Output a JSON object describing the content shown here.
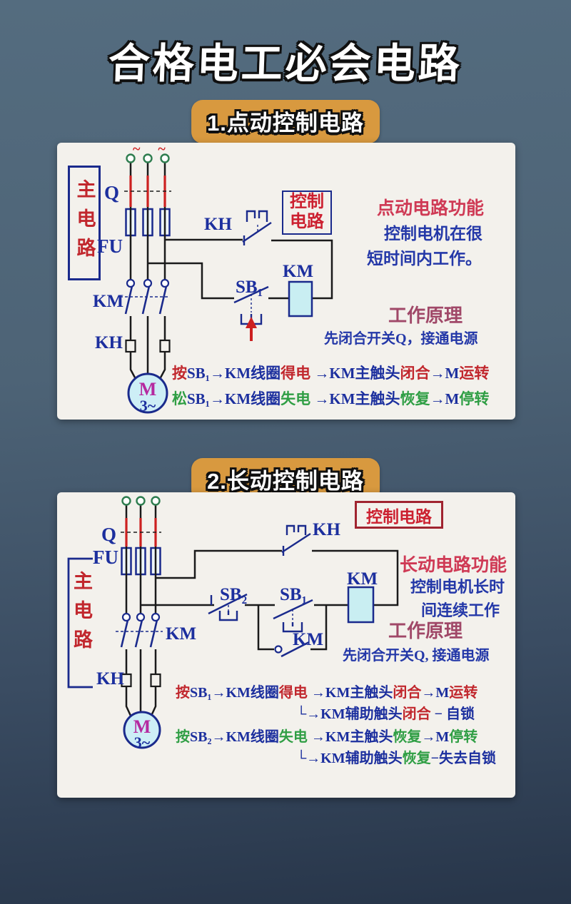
{
  "title": "合格电工必会电路",
  "colors": {
    "background_top": "#546c7f",
    "background_bottom": "#273549",
    "badge_orange": "#d8993f",
    "circuit_red": "#c1272d",
    "circuit_blue": "#1c2f9e",
    "circuit_green": "#2f9e44",
    "coil_fill": "#c9eef2"
  },
  "section1": {
    "badge": "1.点动控制电路",
    "diagram": {
      "phase_marks": "~ ~",
      "main_circuit_label": "主电路",
      "control_circuit_label": "控制电路",
      "q_label": "Q",
      "fu_label": "FU",
      "km_contacts_label": "KM",
      "kh_overload_label": "KH",
      "kh_control_label": "KH",
      "sb1_label": "SB₁",
      "km_coil_label": "KM",
      "motor_letter": "M",
      "motor_phase": "3~"
    },
    "function_title": "点动电路功能",
    "function_line1": "控制电机在很",
    "function_line2": "短时间内工作。",
    "principle_title": "工作原理",
    "principle_line": "先闭合开关Q，接通电源",
    "flow1": [
      {
        "t": "按",
        "c": "red"
      },
      {
        "t": "SB₁→KM线圈",
        "c": "blue"
      },
      {
        "t": "得电",
        "c": "red"
      },
      {
        "t": " →KM主触头",
        "c": "blue"
      },
      {
        "t": "闭合",
        "c": "red"
      },
      {
        "t": "→M",
        "c": "blue"
      },
      {
        "t": "运转",
        "c": "red"
      }
    ],
    "flow2": [
      {
        "t": "松",
        "c": "green"
      },
      {
        "t": "SB₁→KM线圈",
        "c": "blue"
      },
      {
        "t": "失电",
        "c": "green"
      },
      {
        "t": " →KM主触头",
        "c": "blue"
      },
      {
        "t": "恢复",
        "c": "green"
      },
      {
        "t": "→M",
        "c": "blue"
      },
      {
        "t": "停转",
        "c": "green"
      }
    ]
  },
  "section2": {
    "badge": "2.长动控制电路",
    "diagram": {
      "main_circuit_label": "主电路",
      "control_circuit_label": "控制电路",
      "q_label": "Q",
      "fu_label": "FU",
      "km_contacts_label": "KM",
      "kh_overload_label": "KH",
      "kh_control_label": "KH",
      "sb1_label": "SB₁",
      "sb2_label": "SB₂",
      "km_aux_label": "KM",
      "km_coil_label": "KM",
      "motor_letter": "M",
      "motor_phase": "3~"
    },
    "function_title": "长动电路功能",
    "function_line1": "控制电机长时",
    "function_line2": "间连续工作",
    "principle_title": "工作原理",
    "principle_line": "先闭合开关Q, 接通电源",
    "flow1": [
      {
        "t": "按",
        "c": "red"
      },
      {
        "t": "SB₁→KM线圈",
        "c": "blue"
      },
      {
        "t": "得电",
        "c": "red"
      },
      {
        "t": " →KM主触头",
        "c": "blue"
      },
      {
        "t": "闭合",
        "c": "red"
      },
      {
        "t": "→M",
        "c": "blue"
      },
      {
        "t": "运转",
        "c": "red"
      }
    ],
    "flow1b": [
      {
        "t": "└→KM辅助触头",
        "c": "blue"
      },
      {
        "t": "闭合",
        "c": "red"
      },
      {
        "t": " − 自锁",
        "c": "blue"
      }
    ],
    "flow2": [
      {
        "t": "按",
        "c": "green"
      },
      {
        "t": "SB₂→KM线圈",
        "c": "blue"
      },
      {
        "t": "失电",
        "c": "green"
      },
      {
        "t": " →KM主触头",
        "c": "blue"
      },
      {
        "t": "恢复",
        "c": "green"
      },
      {
        "t": "→M",
        "c": "blue"
      },
      {
        "t": "停转",
        "c": "green"
      }
    ],
    "flow2b": [
      {
        "t": "└→KM辅助触头",
        "c": "blue"
      },
      {
        "t": "恢复",
        "c": "green"
      },
      {
        "t": "−失去自锁",
        "c": "blue"
      }
    ]
  }
}
